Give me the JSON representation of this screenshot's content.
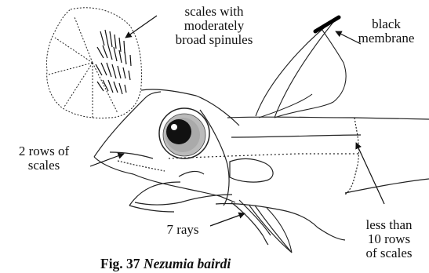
{
  "figure": {
    "caption_prefix": "Fig. 37 ",
    "caption_species": "Nezumia bairdi"
  },
  "labels": {
    "scales_spinules": "scales with\nmoderately\nbroad spinules",
    "black_membrane": "black\nmembrane",
    "two_rows": "2 rows of\nscales",
    "seven_rays": "7 rays",
    "less_than_10": "less than\n10 rows\nof scales"
  }
}
